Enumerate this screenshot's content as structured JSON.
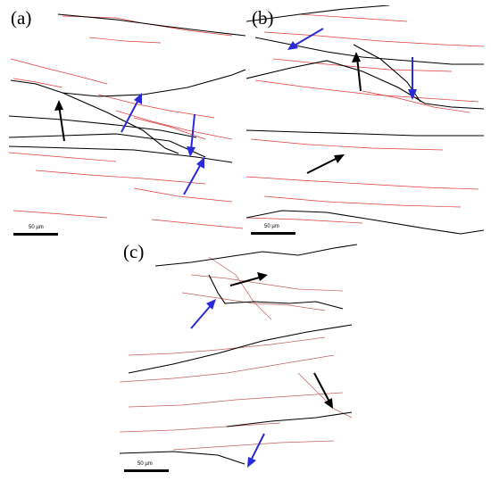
{
  "figure": {
    "panels": [
      {
        "id": "a",
        "label": "(a)",
        "scale_bar": "50 µm",
        "arrows": {
          "black": 1,
          "blue": 3
        }
      },
      {
        "id": "b",
        "label": "(b)",
        "scale_bar": "50 µm",
        "arrows": {
          "black": 2,
          "blue": 2
        }
      },
      {
        "id": "c",
        "label": "(c)",
        "scale_bar": "50 µm",
        "arrows": {
          "black": 2,
          "blue": 2
        }
      }
    ]
  },
  "colors": {
    "high_angle_boundary": "#000000",
    "low_angle_boundary": "#e03c3c",
    "arrow_black": "#000000",
    "arrow_blue": "#2a2ad8"
  }
}
